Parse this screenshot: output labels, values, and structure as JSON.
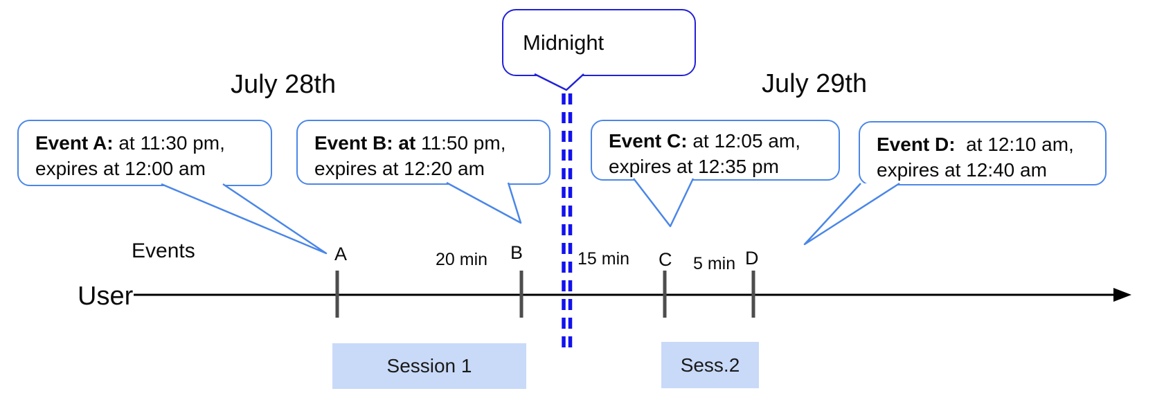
{
  "dates": {
    "left": "July 28th",
    "right": "July 29th"
  },
  "midnight": {
    "label": "Midnight"
  },
  "events": [
    {
      "tick": "A",
      "title": "Event A:",
      "line1_rest": " at 11:30 pm,",
      "line2": "expires at 12:00 am"
    },
    {
      "tick": "B",
      "title": "Event B: at",
      "line1_rest": " 11:50 pm,",
      "line2": "expires at 12:20 am"
    },
    {
      "tick": "C",
      "title": "Event C:",
      "line1_rest": " at 12:05 am,",
      "line2": "expires at 12:35 pm"
    },
    {
      "tick": "D",
      "title": "Event D:",
      "line1_rest": "  at 12:10 am,",
      "line2": "expires at 12:40 am"
    }
  ],
  "axis": {
    "events_label": "Events",
    "user_label": "User"
  },
  "intervals": [
    {
      "label": "20 min"
    },
    {
      "label": "15 min"
    },
    {
      "label": "5 min"
    }
  ],
  "sessions": [
    {
      "label": "Session 1"
    },
    {
      "label": "Sess.2"
    }
  ],
  "colors": {
    "callout_border_blue": "#4a86e8",
    "midnight_border_blue": "#2121d8",
    "dashed_line_blue": "#1212ee",
    "session_fill_blue": "#c9daf8",
    "tick_gray": "#4d4d4d",
    "axis_black": "#000000"
  }
}
